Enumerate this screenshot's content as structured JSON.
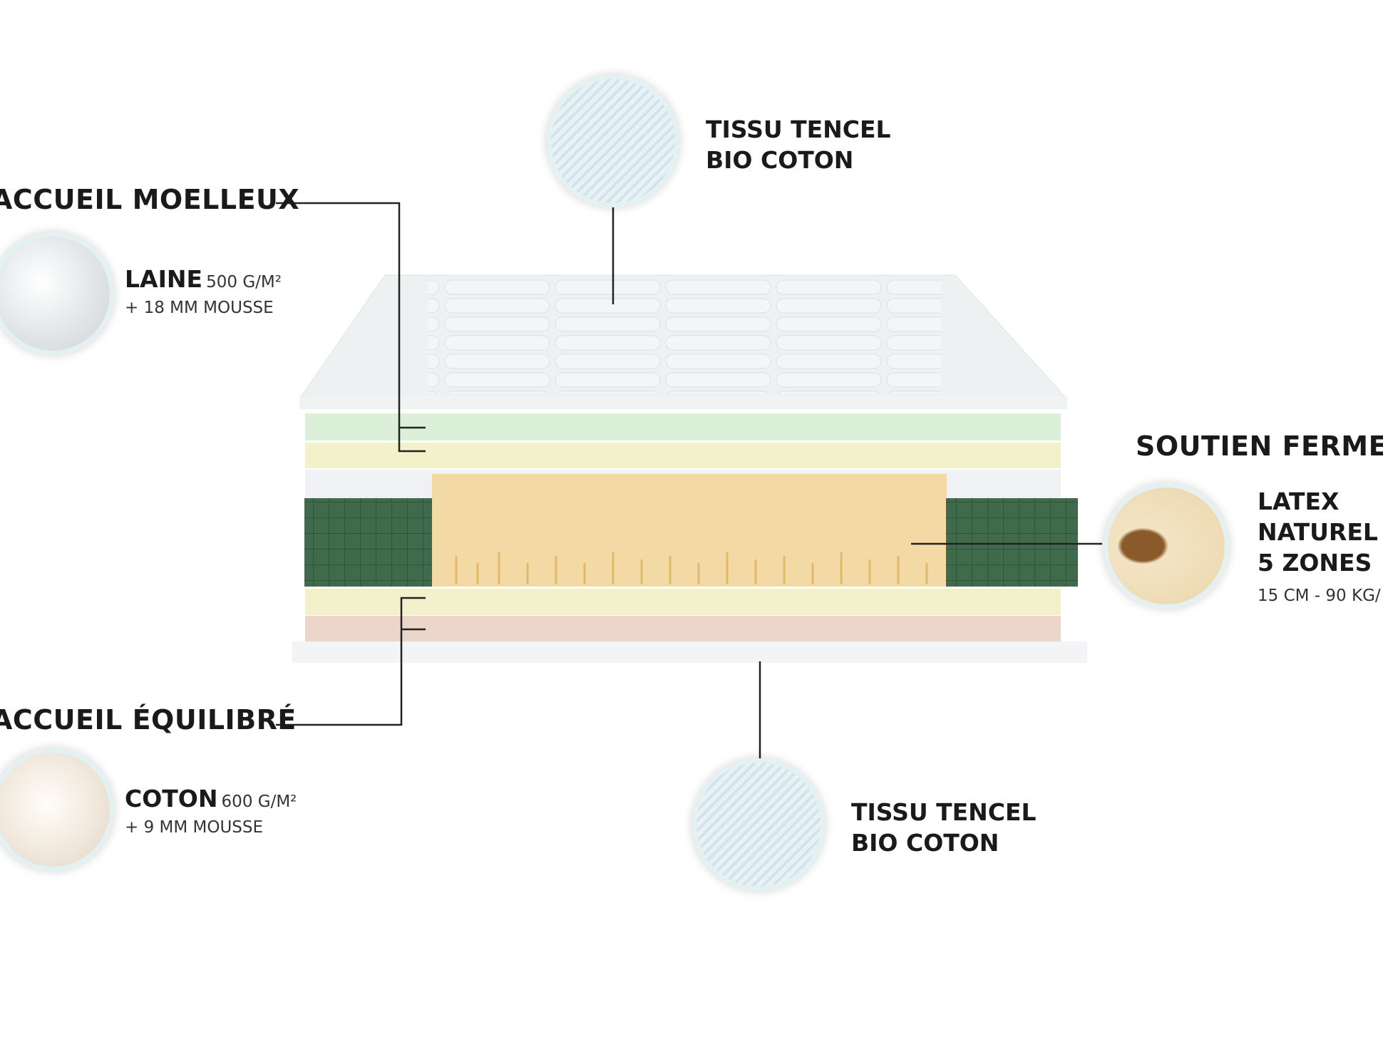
{
  "top_label": {
    "line1": "TISSU TENCEL",
    "line2": "BIO COTON"
  },
  "comfort_top": {
    "title": "ACCUEIL MOELLEUX",
    "material": "LAINE",
    "weight": "500 G/M²",
    "extra": "+ 18 MM MOUSSE"
  },
  "comfort_bottom": {
    "title": "ACCUEIL ÉQUILIBRÉ",
    "material": "COTON",
    "weight": "600 G/M²",
    "extra": "+ 9 MM MOUSSE"
  },
  "support": {
    "title": "SOUTIEN FERME",
    "line1": "LATEX",
    "line2": "NATUREL",
    "line3": "5 ZONES",
    "spec": "15 CM - 90 KG/"
  },
  "bottom_label": {
    "line1": "TISSU TENCEL",
    "line2": "BIO COTON"
  },
  "colors": {
    "core_sides": "#3f6b4c",
    "latex": "#f3d9a4",
    "green_layer": "#dcefd9",
    "yellow_layer": "#f3f1c9",
    "pink_layer": "#ecd5cb"
  }
}
